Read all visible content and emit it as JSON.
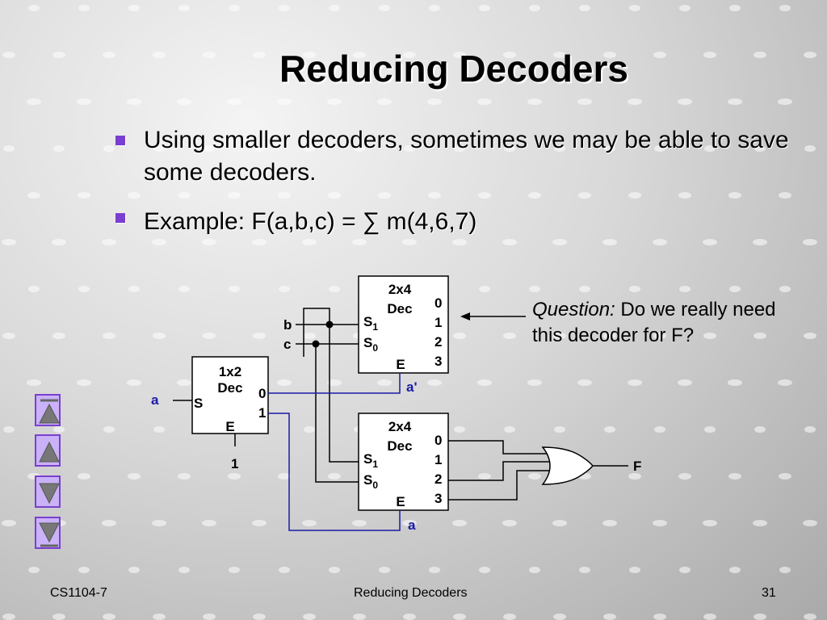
{
  "title": "Reducing Decoders",
  "bullets": [
    "Using smaller decoders, sometimes we may be able to save some decoders.",
    "Example: F(a,b,c) = ∑ m(4,6,7)"
  ],
  "question": {
    "prefix": "Question:",
    "text": "Do we really need this decoder for F?"
  },
  "diagram": {
    "dec1x2": {
      "name_line1": "1x2",
      "name_line2": "Dec",
      "select": "S",
      "out0": "0",
      "out1": "1",
      "enable": "E",
      "enable_value": "1"
    },
    "dec2x4_top": {
      "name_line1": "2x4",
      "name_line2": "Dec",
      "s1": "S",
      "s1_sub": "1",
      "s0": "S",
      "s0_sub": "0",
      "outs": [
        "0",
        "1",
        "2",
        "3"
      ],
      "enable": "E",
      "enable_signal": "a'"
    },
    "dec2x4_bottom": {
      "name_line1": "2x4",
      "name_line2": "Dec",
      "s1": "S",
      "s1_sub": "1",
      "s0": "S",
      "s0_sub": "0",
      "outs": [
        "0",
        "1",
        "2",
        "3"
      ],
      "enable": "E",
      "enable_signal": "a"
    },
    "inputs": {
      "a": "a",
      "b": "b",
      "c": "c"
    },
    "output": "F",
    "colors": {
      "enable_wire": "#1a1aa6",
      "wire": "#000000"
    }
  },
  "nav": [
    "first-icon",
    "prev-icon",
    "next-icon",
    "last-icon"
  ],
  "footer": {
    "left": "CS1104-7",
    "center": "Reducing Decoders",
    "right": "31"
  },
  "colors": {
    "bullet": "#7a3fd0",
    "nav_fill": "#c9b2f7",
    "nav_border": "#7a3fd0"
  }
}
